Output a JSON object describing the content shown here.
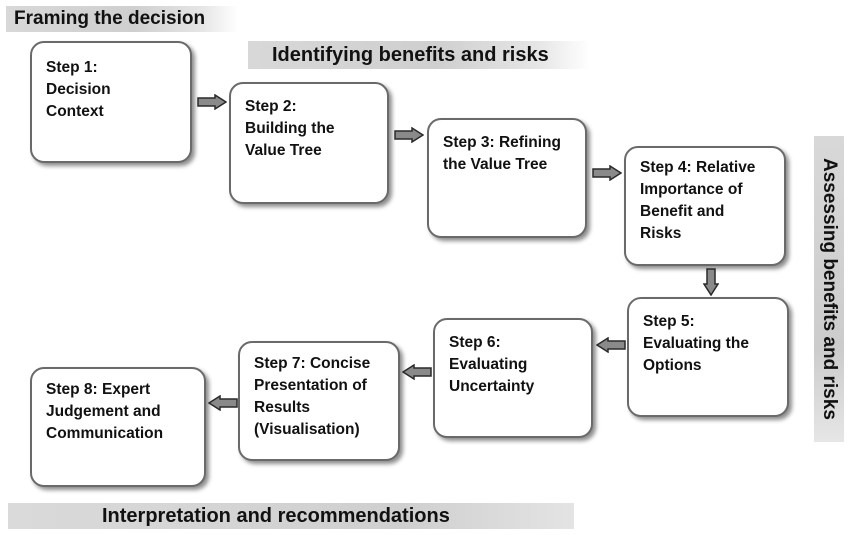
{
  "banners": {
    "framing": "Framing the decision",
    "identifying": "Identifying benefits and risks",
    "assessing": "Assessing benefits and risks",
    "interpretation": "Interpretation and recommendations"
  },
  "steps": [
    {
      "label": "Step 1:\nDecision\nContext"
    },
    {
      "label": "Step 2:\nBuilding the\nValue Tree"
    },
    {
      "label": "Step 3: Refining\nthe Value Tree"
    },
    {
      "label": "Step 4: Relative\nImportance of\nBenefit and\nRisks"
    },
    {
      "label": "Step 5:\nEvaluating the\nOptions"
    },
    {
      "label": "Step 6:\nEvaluating\nUncertainty"
    },
    {
      "label": "Step 7: Concise\nPresentation of\nResults\n(Visualisation)"
    },
    {
      "label": "Step 8: Expert\nJudgement and\nCommunication"
    }
  ],
  "colors": {
    "arrow_fill": "#8a8a8a",
    "arrow_stroke": "#2a2a2a",
    "box_border": "#6a6a6a"
  }
}
